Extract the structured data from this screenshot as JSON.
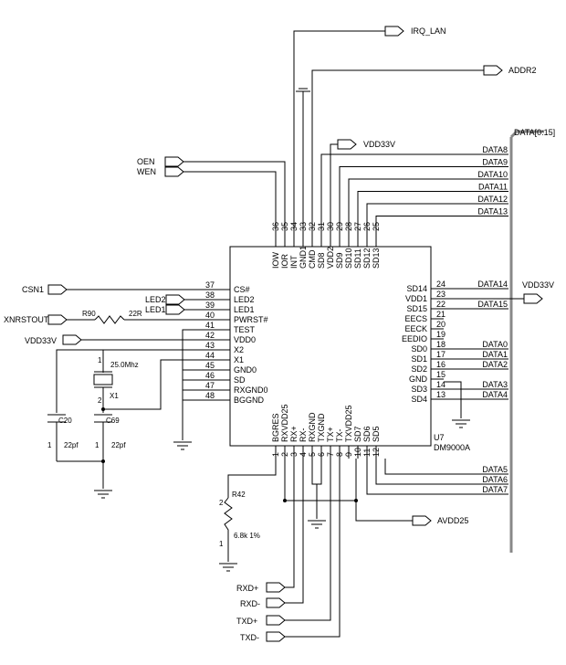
{
  "chip": {
    "ref": "U7",
    "part": "DM9000A",
    "top_pins": [
      {
        "num": "36",
        "name": "IOW"
      },
      {
        "num": "35",
        "name": "IOR"
      },
      {
        "num": "34",
        "name": "INT"
      },
      {
        "num": "33",
        "name": "GND1"
      },
      {
        "num": "32",
        "name": "CMD"
      },
      {
        "num": "31",
        "name": "SD8"
      },
      {
        "num": "30",
        "name": "VDD2"
      },
      {
        "num": "29",
        "name": "SD9"
      },
      {
        "num": "28",
        "name": "SD10"
      },
      {
        "num": "27",
        "name": "SD11"
      },
      {
        "num": "26",
        "name": "SD12"
      },
      {
        "num": "25",
        "name": "SD13"
      }
    ],
    "left_pins": [
      {
        "num": "37",
        "name": "CS#"
      },
      {
        "num": "38",
        "name": "LED2"
      },
      {
        "num": "39",
        "name": "LED1"
      },
      {
        "num": "40",
        "name": "PWRST#"
      },
      {
        "num": "41",
        "name": "TEST"
      },
      {
        "num": "42",
        "name": "VDD0"
      },
      {
        "num": "43",
        "name": "X2"
      },
      {
        "num": "44",
        "name": "X1"
      },
      {
        "num": "45",
        "name": "GND0"
      },
      {
        "num": "46",
        "name": "SD"
      },
      {
        "num": "47",
        "name": "RXGND0"
      },
      {
        "num": "48",
        "name": "BGGND"
      }
    ],
    "right_pins": [
      {
        "num": "24",
        "name": "SD14"
      },
      {
        "num": "23",
        "name": "VDD1"
      },
      {
        "num": "22",
        "name": "SD15"
      },
      {
        "num": "21",
        "name": "EECS"
      },
      {
        "num": "20",
        "name": "EECK"
      },
      {
        "num": "19",
        "name": "EEDIO"
      },
      {
        "num": "18",
        "name": "SD0"
      },
      {
        "num": "17",
        "name": "SD1"
      },
      {
        "num": "16",
        "name": "SD2"
      },
      {
        "num": "15",
        "name": "GND"
      },
      {
        "num": "14",
        "name": "SD3"
      },
      {
        "num": "13",
        "name": "SD4"
      }
    ],
    "bottom_pins": [
      {
        "num": "1",
        "name": "BGRES"
      },
      {
        "num": "2",
        "name": "RXVDD25"
      },
      {
        "num": "3",
        "name": "RX+"
      },
      {
        "num": "4",
        "name": "RX-"
      },
      {
        "num": "5",
        "name": "RXGND"
      },
      {
        "num": "6",
        "name": "TXGND"
      },
      {
        "num": "7",
        "name": "TX+"
      },
      {
        "num": "8",
        "name": "TX-"
      },
      {
        "num": "9",
        "name": "TXVDD25"
      },
      {
        "num": "10",
        "name": "SD7"
      },
      {
        "num": "11",
        "name": "SD6"
      },
      {
        "num": "12",
        "name": "SD5"
      }
    ]
  },
  "nets": {
    "irq_lan": "IRQ_LAN",
    "addr2": "ADDR2",
    "vdd33v_top": "VDD33V",
    "data_bus": "DATA[0:15]",
    "oen": "OEN",
    "wen": "WEN",
    "csn1": "CSN1",
    "led2": "LED2",
    "led1": "LED1",
    "xnrstout": "XNRSTOUT",
    "vdd33v_left": "VDD33V",
    "vdd33v_right": "VDD33V",
    "avdd25": "AVDD25",
    "rxp": "RXD+",
    "rxn": "RXD-",
    "txp": "TXD+",
    "txn": "TXD-"
  },
  "data_top": [
    "DATA8",
    "DATA9",
    "DATA10",
    "DATA11",
    "DATA12",
    "DATA13"
  ],
  "data_right": [
    "DATA14",
    "DATA15",
    "DATA0",
    "DATA1",
    "DATA2",
    "DATA3",
    "DATA4"
  ],
  "data_bottom": [
    "DATA5",
    "DATA6",
    "DATA7"
  ],
  "components": {
    "r90_ref": "R90",
    "r90_val": "22R",
    "x1_freq": "25.0Mhz",
    "x1_ref": "X1",
    "c20_ref": "C20",
    "c69_ref": "C69",
    "c20_val": "22pf",
    "c69_val": "22pf",
    "r42_ref": "R42",
    "r42_val": "6.8k  1%",
    "pin1": "1",
    "pin2": "2"
  }
}
